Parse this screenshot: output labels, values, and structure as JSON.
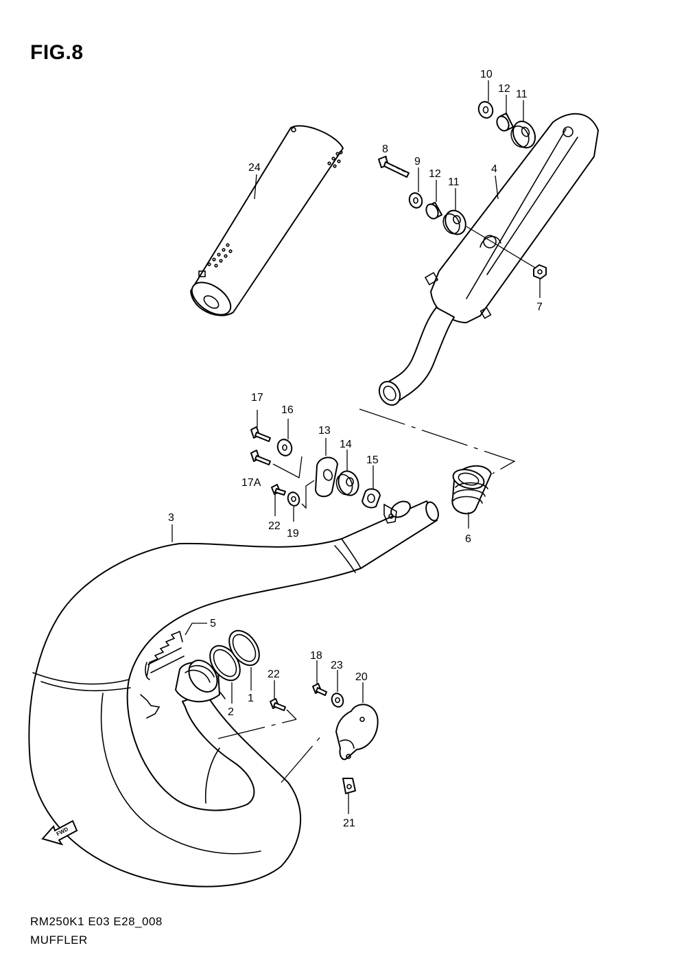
{
  "figure": {
    "title": "FIG.8"
  },
  "footer": {
    "model_code": "RM250K1 E03 E28_008",
    "name": "MUFFLER"
  },
  "fwd_label": "FWD",
  "callouts": {
    "p1": "1",
    "p2": "2",
    "p3": "3",
    "p4": "4",
    "p5": "5",
    "p6": "6",
    "p7": "7",
    "p8": "8",
    "p9": "9",
    "p10": "10",
    "p11a": "11",
    "p11b": "11",
    "p12a": "12",
    "p12b": "12",
    "p13": "13",
    "p14": "14",
    "p15": "15",
    "p16": "16",
    "p17": "17",
    "p17a": "17A",
    "p18": "18",
    "p19": "19",
    "p20": "20",
    "p21": "21",
    "p22a": "22",
    "p22b": "22",
    "p23": "23",
    "p24": "24"
  }
}
